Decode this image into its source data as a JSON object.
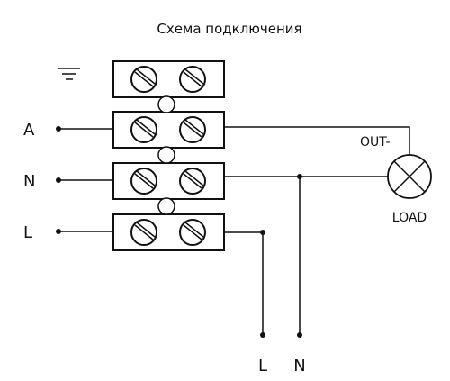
{
  "diagram": {
    "title": "Схема подключения",
    "inputs": [
      "A",
      "N",
      "L"
    ],
    "out_label": "OUT-",
    "load_label": "LOAD",
    "bottom_labels": [
      "L",
      "N"
    ]
  }
}
